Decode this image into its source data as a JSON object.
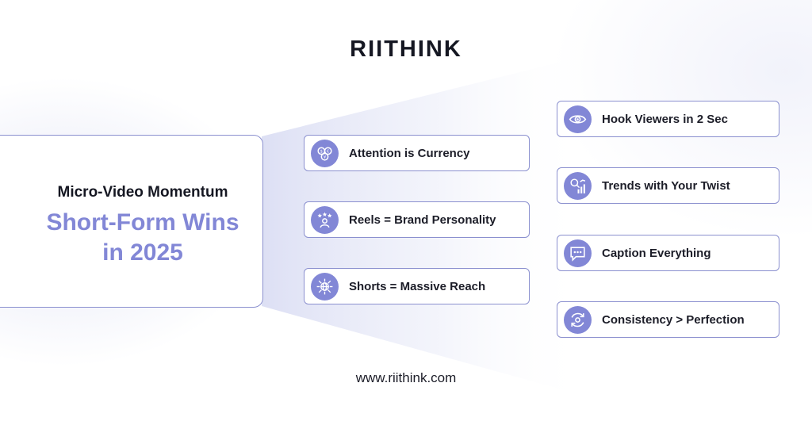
{
  "brand": {
    "logo": "RIITHINK",
    "website": "www.riithink.com",
    "accent_color": "#8287d6",
    "border_color": "#8b90cf"
  },
  "hero": {
    "subtitle": "Micro-Video Momentum",
    "headline_line1": "Short-Form Wins",
    "headline_line2": "in 2025"
  },
  "left_items": [
    {
      "label": "Attention is Currency",
      "icon": "currency-icon"
    },
    {
      "label": "Reels = Brand Personality",
      "icon": "stars-person-icon"
    },
    {
      "label": "Shorts = Massive Reach",
      "icon": "globe-network-icon"
    }
  ],
  "right_items": [
    {
      "label": "Hook Viewers in 2 Sec",
      "icon": "eye-icon"
    },
    {
      "label": "Trends with Your Twist",
      "icon": "trend-chart-icon"
    },
    {
      "label": "Caption Everything",
      "icon": "chat-bubble-icon"
    },
    {
      "label": "Consistency > Perfection",
      "icon": "cycle-icon"
    }
  ]
}
